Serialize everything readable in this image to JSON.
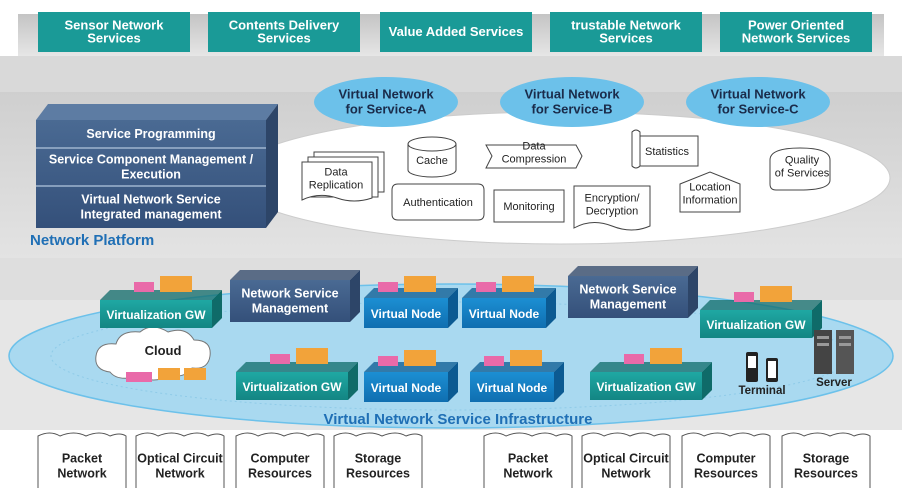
{
  "services": [
    {
      "line1": "Sensor Network",
      "line2": "Services"
    },
    {
      "line1": "Contents Delivery",
      "line2": "Services"
    },
    {
      "line1": "Value Added Services",
      "line2": ""
    },
    {
      "line1": "trustable Network",
      "line2": "Services"
    },
    {
      "line1": "Power Oriented",
      "line2": "Network Services"
    }
  ],
  "platform": {
    "label": "Network Platform",
    "stack": [
      {
        "line1": "Service Programming",
        "line2": ""
      },
      {
        "line1": "Service Component Management /",
        "line2": "Execution"
      },
      {
        "line1": "Virtual Network Service",
        "line2": "Integrated management"
      }
    ],
    "virtual_networks": [
      {
        "line1": "Virtual Network",
        "line2": "for Service-A"
      },
      {
        "line1": "Virtual Network",
        "line2": "for Service-B"
      },
      {
        "line1": "Virtual Network",
        "line2": "for Service-C"
      }
    ],
    "functions": {
      "data_replication": {
        "line1": "Data",
        "line2": "Replication"
      },
      "cache": "Cache",
      "data_compression": {
        "line1": "Data",
        "line2": "Compression"
      },
      "statistics": "Statistics",
      "quality": {
        "line1": "Quality",
        "line2": "of Services"
      },
      "authentication": "Authentication",
      "monitoring": "Monitoring",
      "encryption": {
        "line1": "Encryption/",
        "line2": "Decryption"
      },
      "location": {
        "line1": "Location",
        "line2": "Information"
      }
    }
  },
  "infrastructure": {
    "label": "Virtual Network Service Infrastructure",
    "virtualization_gw": "Virtualization GW",
    "virtual_node": "Virtual Node",
    "nsm": {
      "line1": "Network Service",
      "line2": "Management"
    },
    "cloud": "Cloud",
    "terminal": "Terminal",
    "server": "Server"
  },
  "resources": [
    {
      "line1": "Packet",
      "line2": "Network"
    },
    {
      "line1": "Optical Circuit",
      "line2": "Network"
    },
    {
      "line1": "Computer",
      "line2": "Resources"
    },
    {
      "line1": "Storage",
      "line2": "Resources"
    },
    {
      "line1": "Packet",
      "line2": "Network"
    },
    {
      "line1": "Optical Circuit",
      "line2": "Network"
    },
    {
      "line1": "Computer",
      "line2": "Resources"
    },
    {
      "line1": "Storage",
      "line2": "Resources"
    }
  ],
  "colors": {
    "teal": "#1a9a97",
    "navy": "#3d5a80",
    "blue_node": "#1784c7",
    "light_blue": "#a9d9f0",
    "oval_blue": "#6cc1ea",
    "gray_band": "#d4d4d4",
    "orange": "#f2a33a",
    "pink": "#e96aa9",
    "label_blue": "#1f6fb5"
  }
}
